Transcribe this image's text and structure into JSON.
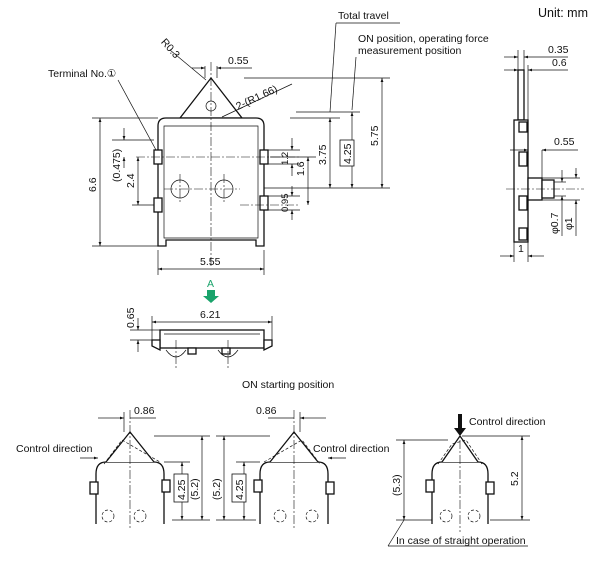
{
  "unit_label": "Unit: mm",
  "callouts": {
    "total_travel": "Total travel",
    "on_position_line1": "ON position, operating force",
    "on_position_line2": "measurement position",
    "terminal_no": "Terminal No.①",
    "radius_r03": "R0.3",
    "radius_r166": "2-(R1.66)"
  },
  "top_view": {
    "dim_055": "0.55",
    "dim_375": "3.75",
    "dim_425_boxed": "4.25",
    "dim_575": "5.75",
    "dim_0475": "(0.475)",
    "dim_66": "6.6",
    "dim_24": "2.4",
    "dim_12": "1.2",
    "dim_16": "1.6",
    "dim_095": "0.95",
    "dim_555": "5.55"
  },
  "side_view": {
    "dim_035": "0.35",
    "dim_06": "0.6",
    "dim_055": "0.55",
    "dim_phi07": "φ0.7",
    "dim_phi1": "φ1",
    "dim_1": "1"
  },
  "bottom_view": {
    "arrow_label": "A",
    "dim_065": "0.65",
    "dim_621": "6.21"
  },
  "on_starting": {
    "title": "ON starting position",
    "left": {
      "dim_086": "0.86",
      "control_direction": "Control direction",
      "dim_425_boxed": "4.25",
      "dim_52_paren": "(5.2)"
    },
    "middle": {
      "dim_086": "0.86",
      "control_direction": "Control direction",
      "dim_52_paren": "(5.2)",
      "dim_425_boxed": "4.25"
    },
    "right": {
      "control_direction": "Control direction",
      "dim_53_paren": "(5.3)",
      "dim_52": "5.2",
      "straight_note": "In case of straight operation"
    }
  },
  "colors": {
    "line": "#111111",
    "arrow_green": "#1aa36b",
    "background": "#ffffff"
  }
}
